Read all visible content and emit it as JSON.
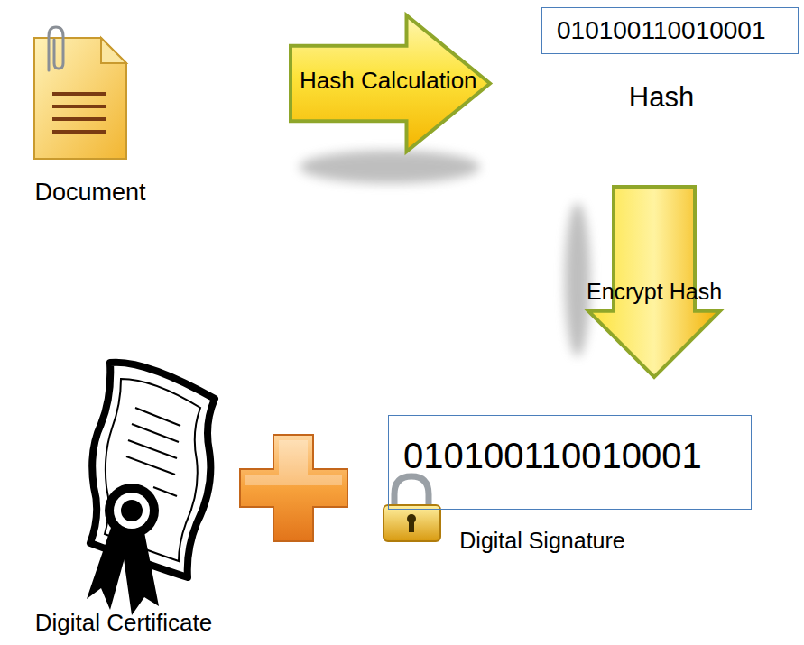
{
  "diagram": {
    "nodes": [
      {
        "text": [
          "Hash Calculation"
        ]
      },
      {
        "text": [
          "010100110010001"
        ]
      },
      {
        "text": [
          "Encrypt Hash"
        ]
      },
      {
        "text": [
          "010100110010001"
        ]
      }
    ],
    "labels": [
      "Document",
      "Hash",
      "Digital Signature",
      "Digital Certificate"
    ]
  }
}
